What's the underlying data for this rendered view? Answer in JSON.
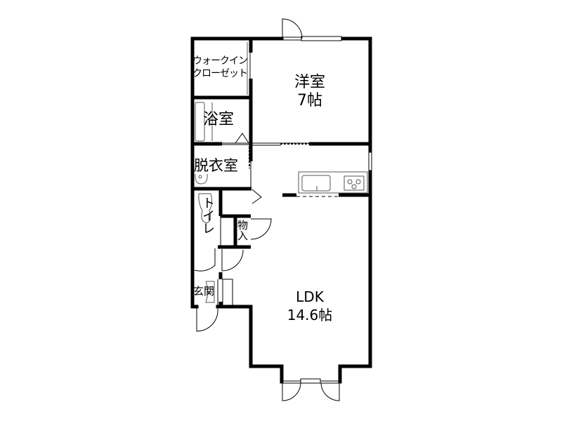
{
  "floorplan": {
    "rooms": {
      "walkin_closet": {
        "line1": "ウォークイン",
        "line2": "クローゼット"
      },
      "western_room": {
        "name": "洋室",
        "size": "7帖"
      },
      "bathroom": {
        "name": "浴室"
      },
      "dressing_room": {
        "name": "脱衣室"
      },
      "toilet": {
        "name": "トイレ"
      },
      "storage": {
        "name": "物入"
      },
      "entrance": {
        "name": "玄関"
      },
      "ldk": {
        "name": "LDK",
        "size": "14.6帖"
      }
    },
    "colors": {
      "wall": "#000000",
      "fixture": "#555555",
      "background": "#ffffff"
    }
  }
}
